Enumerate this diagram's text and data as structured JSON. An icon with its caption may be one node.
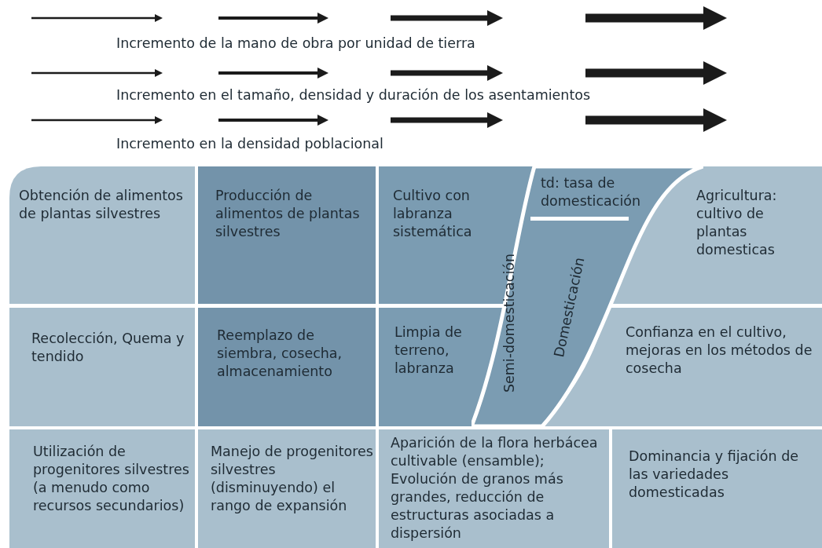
{
  "diagram": {
    "nodes": [
      {
        "text": [
          "Obtención de alimentos de plantas silvestres"
        ]
      },
      {
        "text": [
          "Producción de alimentos de plantas silvestres"
        ]
      },
      {
        "text": [
          "Cultivo con labranza sistemática"
        ]
      },
      {
        "text": [
          "td: tasa de domesticación",
          "Semi-domesticación",
          "Domesticación"
        ]
      },
      {
        "text": [
          "Agricultura: cultivo de plantas domesticas"
        ]
      },
      {
        "text": [
          "Recolección, Quema y tendido"
        ]
      },
      {
        "text": [
          "Reemplazo de siembra, cosecha, almacenamiento"
        ]
      },
      {
        "text": [
          "Limpia de terreno, labranza"
        ]
      },
      {
        "text": [
          "Confianza en el cultivo, mejoras en los métodos de cosecha"
        ]
      },
      {
        "text": [
          "Utilización de progenitores silvestres (a menudo como recursos secundarios)"
        ]
      },
      {
        "text": [
          "Manejo de progenitores silvestres (disminuyendo) el rango de expansión"
        ]
      },
      {
        "text": [
          "Aparición de la flora herbácea cultivable (ensamble); Evolución de granos más grandes, reducción de estructuras asociadas a dispersión"
        ]
      },
      {
        "text": [
          "Dominancia y fijación de las variedades domesticadas"
        ]
      }
    ],
    "labels": [
      "Incremento de la mano de obra por unidad de tierra",
      "Incremento en el tamaño, densidad y duración de los asentamientos",
      "Incremento en la densidad poblacional"
    ]
  }
}
